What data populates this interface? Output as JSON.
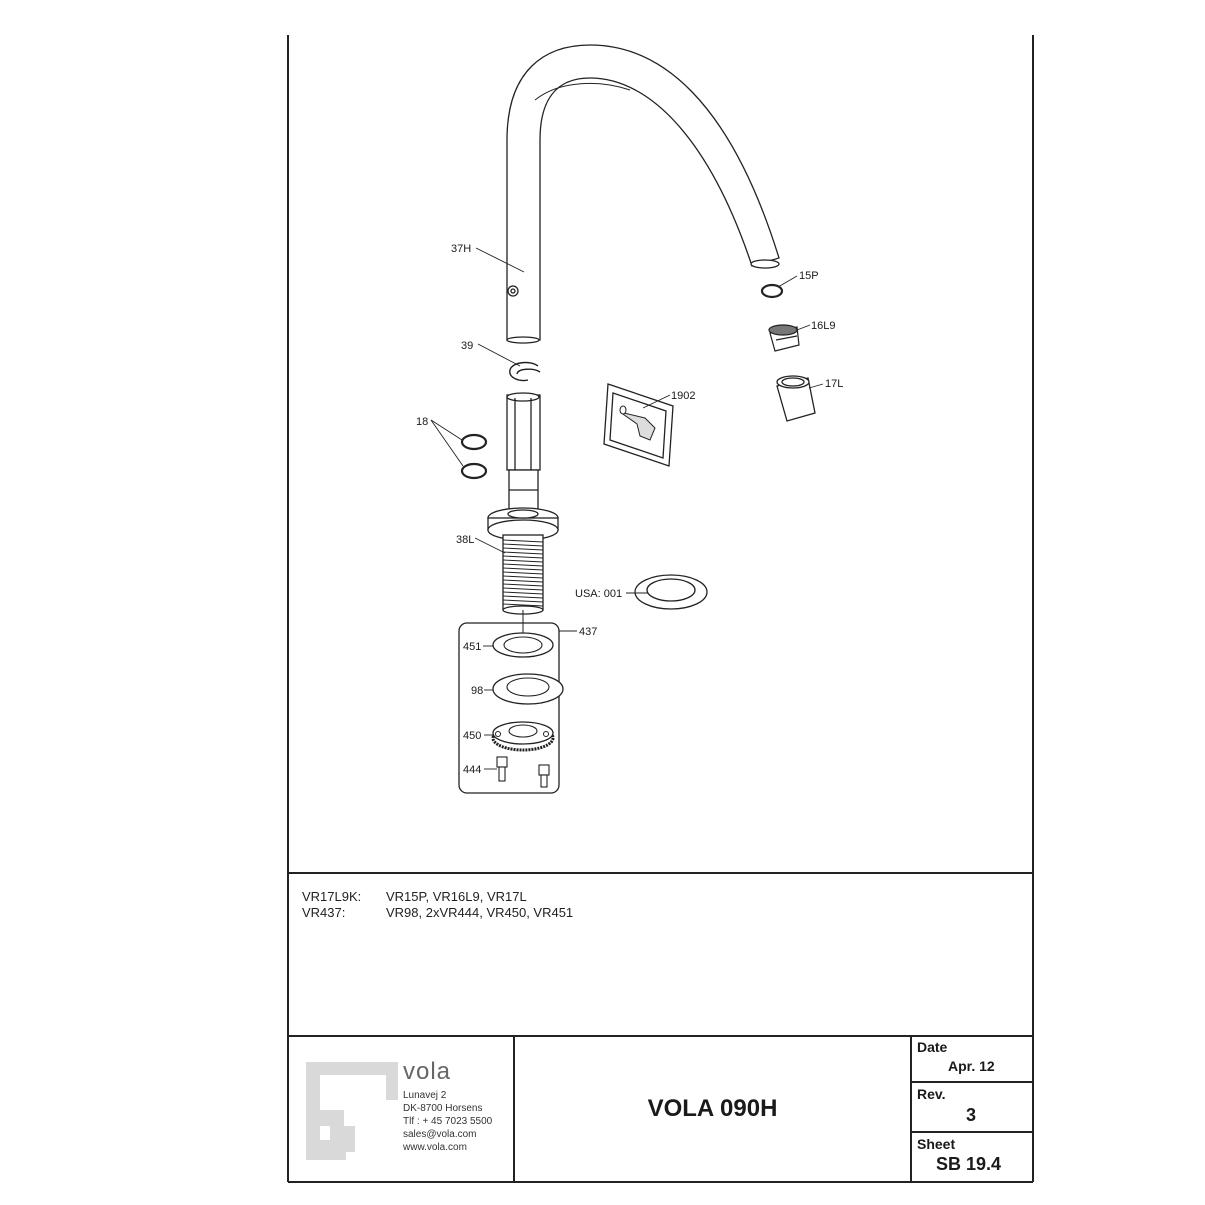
{
  "callouts": {
    "spout": "37H",
    "clip": "39",
    "oring_pair": "18",
    "base": "38L",
    "gasket": "15P",
    "aerator": "16L9",
    "aerator_cap": "17L",
    "instruction_card": "1902",
    "usa_ring": "USA: 001",
    "kit": "437",
    "washer_top": "451",
    "washer_mid": "98",
    "nut": "450",
    "screw": "444"
  },
  "parts_list": [
    {
      "code": "VR17L9K:",
      "parts": "VR15P, VR16L9, VR17L"
    },
    {
      "code": "VR437:",
      "parts": "VR98, 2xVR444, VR450, VR451"
    }
  ],
  "company": {
    "brand": "vola",
    "address": [
      "Lunavej 2",
      "DK-8700 Horsens",
      "Tlf  : + 45 7023 5500",
      "sales@vola.com",
      "www.vola.com"
    ]
  },
  "title": "VOLA 090H",
  "meta": {
    "date_label": "Date",
    "date_value": "Apr. 12",
    "rev_label": "Rev.",
    "rev_value": "3",
    "sheet_label": "Sheet",
    "sheet_value": "SB 19.4"
  }
}
